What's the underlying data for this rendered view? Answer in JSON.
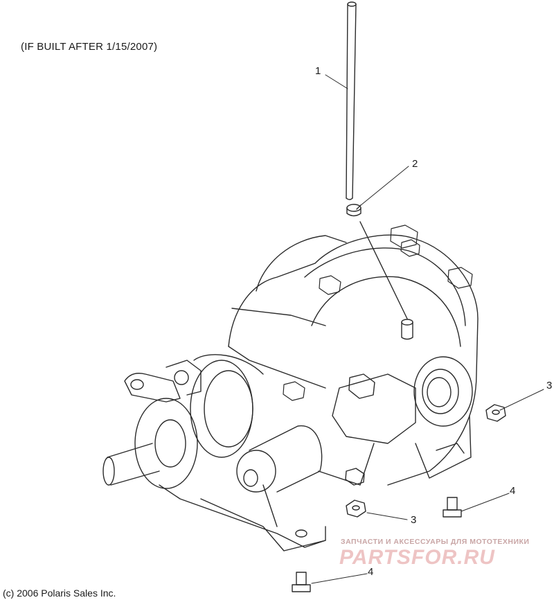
{
  "note": "(IF BUILT AFTER 1/15/2007)",
  "callouts": [
    "1",
    "2",
    "3",
    "3",
    "4",
    "4"
  ],
  "copyright": "(c) 2006 Polaris Sales Inc.",
  "watermark": {
    "tagline": "ЗАПЧАСТИ И АКСЕССУАРЫ ДЛЯ МОТОТЕХНИКИ",
    "logo": "PARTSFOR.RU"
  },
  "colors": {
    "line": "#2a2a2a",
    "watermark": "#eec4c4"
  }
}
